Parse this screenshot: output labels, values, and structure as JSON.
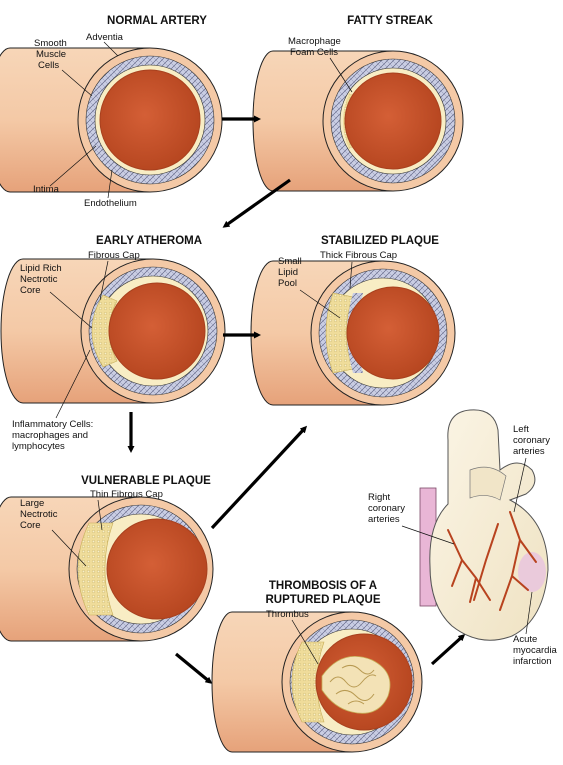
{
  "stages": {
    "normal_artery": {
      "title": "NORMAL ARTERY",
      "labels": {
        "smooth_muscle": [
          "Smooth",
          "Muscle",
          "Cells"
        ],
        "adventia": "Adventia",
        "intima": "Intima",
        "endothelium": "Endothelium"
      }
    },
    "fatty_streak": {
      "title": "FATTY STREAK",
      "labels": {
        "foam_cells": [
          "Macrophage",
          "Foam Cells"
        ]
      }
    },
    "early_atheroma": {
      "title": "EARLY ATHEROMA",
      "labels": {
        "fibrous_cap": "Fibrous Cap",
        "lipid_core": [
          "Lipid Rich",
          "Nectrotic",
          "Core"
        ],
        "inflammatory": [
          "Inflammatory Cells:",
          "macrophages and",
          "lymphocytes"
        ]
      }
    },
    "stabilized_plaque": {
      "title": "STABILIZED PLAQUE",
      "labels": {
        "small_lipid": [
          "Small",
          "Lipid",
          "Pool"
        ],
        "thick_cap": "Thick Fibrous Cap"
      }
    },
    "vulnerable_plaque": {
      "title": "VULNERABLE PLAQUE",
      "labels": {
        "thin_cap": "Thin Fibrous Cap",
        "large_core": [
          "Large",
          "Nectrotic",
          "Core"
        ]
      }
    },
    "thrombosis": {
      "title_lines": [
        "THROMBOSIS OF A",
        "RUPTURED PLAQUE"
      ],
      "labels": {
        "thrombus": "Thrombus"
      }
    }
  },
  "heart": {
    "labels": {
      "left_coronary": [
        "Left",
        "coronary",
        "arteries"
      ],
      "right_coronary": [
        "Right",
        "coronary",
        "arteries"
      ],
      "infarction": [
        "Acute",
        "myocardia",
        "infarction"
      ]
    }
  },
  "colors": {
    "adventitia": "#F4C9A6",
    "adventitia_shade": "#E6A27A",
    "media_band": "#C9CDE3",
    "intima": "#F8EDC4",
    "lumen": "#C8502A",
    "lumen_edge": "#A8411F",
    "lipid": "#EFDC9A",
    "thrombus": "#F3E2B6",
    "heart": "#F6EEDB",
    "heart_vessel": "#B8431F",
    "aorta_pink": "#E9B6D6"
  }
}
